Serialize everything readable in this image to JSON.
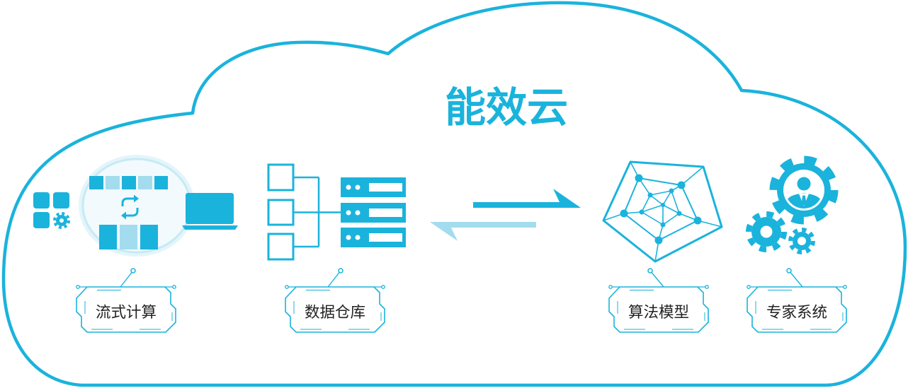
{
  "title": "能效云",
  "colors": {
    "primary": "#1ab3dc",
    "light": "#a3dcee",
    "text": "#222222"
  },
  "components": [
    {
      "label": "流式计算",
      "icon": "stream-computing-icon"
    },
    {
      "label": "数据仓库",
      "icon": "data-warehouse-icon"
    },
    {
      "label": "算法模型",
      "icon": "algorithm-model-icon"
    },
    {
      "label": "专家系统",
      "icon": "expert-system-icon"
    }
  ],
  "arrows": {
    "icon": "bidirectional-harpoon-icon"
  }
}
